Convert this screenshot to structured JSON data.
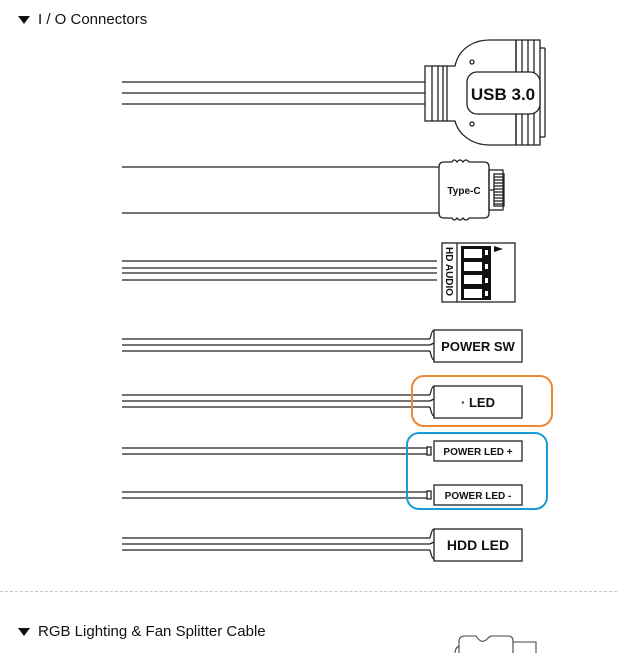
{
  "sections": [
    {
      "title": "I / O Connectors",
      "expanded": true,
      "icon": "triangle-down-icon"
    },
    {
      "title": "RGB Lighting & Fan Splitter Cable",
      "expanded": true,
      "icon": "triangle-down-icon"
    }
  ],
  "connectors": [
    {
      "id": "usb3",
      "label": "USB 3.0"
    },
    {
      "id": "typec",
      "label": "Type-C"
    },
    {
      "id": "hdaudio",
      "label": "HD AUDIO"
    },
    {
      "id": "power-sw",
      "label": "POWER SW"
    },
    {
      "id": "led",
      "label": "· LED"
    },
    {
      "id": "power-led-plus",
      "label": "POWER LED +"
    },
    {
      "id": "power-led-minus",
      "label": "POWER LED -"
    },
    {
      "id": "hdd-led",
      "label": "HDD LED"
    }
  ],
  "highlights": {
    "led_color": "#ed8936",
    "power_led_color": "#1a9bd7"
  }
}
